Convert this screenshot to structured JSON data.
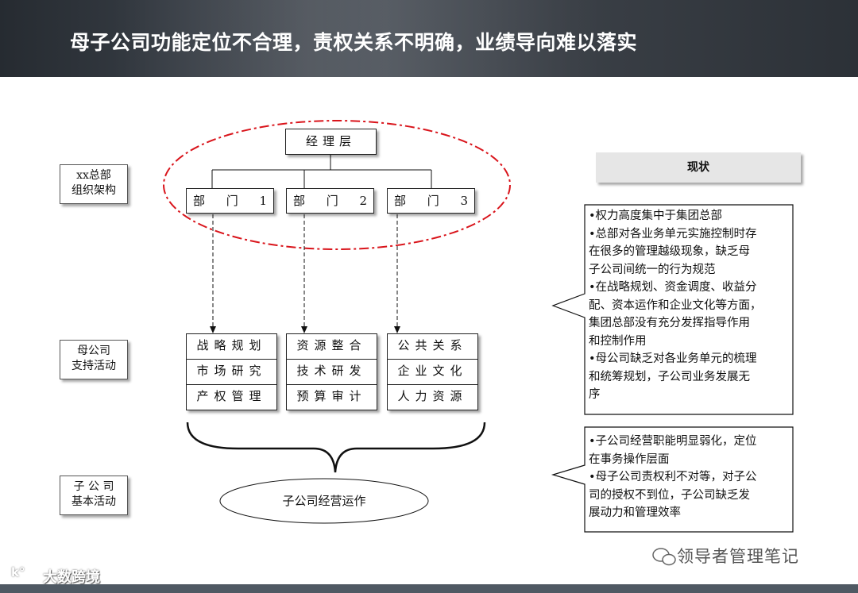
{
  "header": {
    "title": "母子公司功能定位不合理，责权关系不明确，业绩导向难以落实"
  },
  "left_labels": [
    {
      "line1": "xx总部",
      "line2": "组织架构"
    },
    {
      "line1": "母公司",
      "line2": "支持活动"
    },
    {
      "line1": "子 公 司",
      "line2": "基本活动"
    }
  ],
  "org": {
    "manager": "经理层",
    "departments": [
      {
        "name": [
          "部",
          "门",
          "1"
        ]
      },
      {
        "name": [
          "部",
          "门",
          "2"
        ]
      },
      {
        "name": [
          "部",
          "门",
          "3"
        ]
      }
    ]
  },
  "activities": [
    [
      "战略规划",
      "市场研究",
      "产权管理"
    ],
    [
      "资源整合",
      "技术研发",
      "预算审计"
    ],
    [
      "公共关系",
      "企业文化",
      "人力资源"
    ]
  ],
  "subsidiary_operation": "子公司经营运作",
  "status": {
    "header": "现状",
    "callout1": [
      "•权力高度集中于集团总部",
      "•总部对各业务单元实施控制时存",
      "在很多的管理越级现象，缺乏母",
      "子公司间统一的行为规范",
      "•在战略规划、资金调度、收益分",
      "配、资本运作和企业文化等方面，",
      "集团总部没有充分发挥指导作用",
      "和控制作用",
      "•母公司缺乏对各业务单元的梳理",
      "和统筹规划，子公司业务发展无",
      "序"
    ],
    "callout2": [
      "•子公司经营职能明显弱化，定位",
      "在事务操作层面",
      "•母子公司责权利不对等，对子公",
      "司的授权不到位，子公司缺乏发",
      "展动力和管理效率"
    ]
  },
  "watermarks": {
    "right": "领导者管理笔记",
    "left": "大数跨境"
  },
  "colors": {
    "ellipse_dash": "#d9141b",
    "header_bg": "#3a4048",
    "status_header_bg": "#e6e6e6"
  }
}
